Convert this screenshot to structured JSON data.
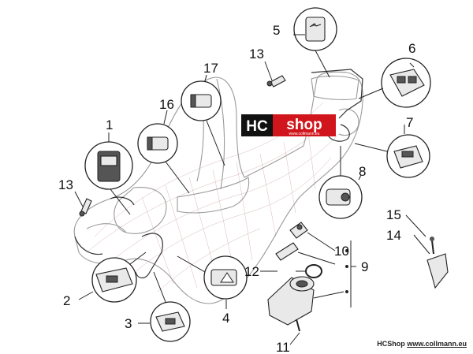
{
  "logo": {
    "brand_left": "HC",
    "brand_right": "shop",
    "brand_sub": "www.collmann.eu"
  },
  "footer": {
    "brand": "HCShop",
    "url": "www.collmann.eu"
  },
  "callouts": {
    "c1": "1",
    "c2": "2",
    "c3": "3",
    "c4": "4",
    "c5": "5",
    "c6": "6",
    "c7": "7",
    "c8": "8",
    "c9": "9",
    "c10": "10",
    "c11": "11",
    "c12": "12",
    "c13a": "13",
    "c13b": "13",
    "c14": "14",
    "c15": "15",
    "c16": "16",
    "c17": "17"
  },
  "colors": {
    "logo_red": "#d0161c",
    "logo_black": "#111111",
    "outline_grey": "#9a9a9a"
  }
}
